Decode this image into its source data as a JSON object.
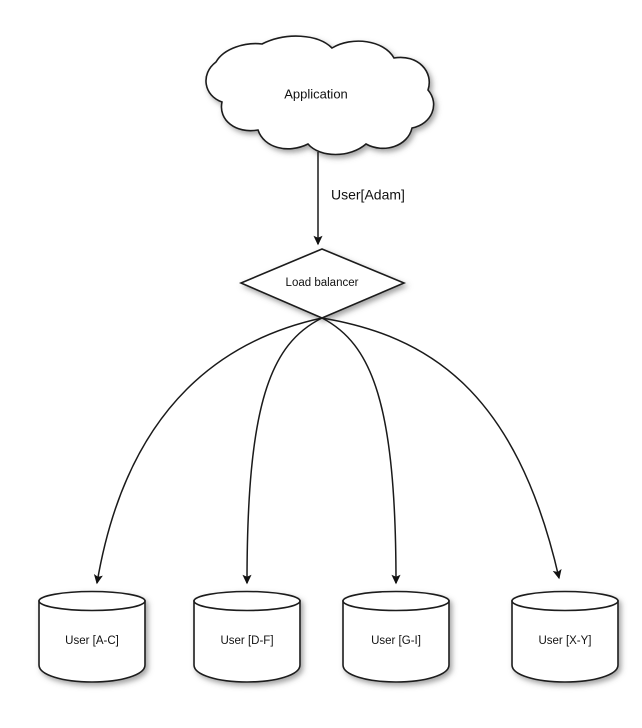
{
  "diagram": {
    "type": "flow-diagram",
    "background_color": "#ffffff",
    "stroke_color": "#1a1a1a",
    "fill_color": "#ffffff",
    "nodes": {
      "cloud": {
        "label": "Application",
        "shape": "cloud"
      },
      "load_balancer": {
        "label": "Load balancer",
        "shape": "diamond"
      },
      "databases": [
        {
          "label": "User [A-C]",
          "shape": "cylinder"
        },
        {
          "label": "User [D-F]",
          "shape": "cylinder"
        },
        {
          "label": "User [G-I]",
          "shape": "cylinder"
        },
        {
          "label": "User [X-Y]",
          "shape": "cylinder"
        }
      ]
    },
    "edges": {
      "app_to_lb_label": "User[Adam]"
    }
  }
}
